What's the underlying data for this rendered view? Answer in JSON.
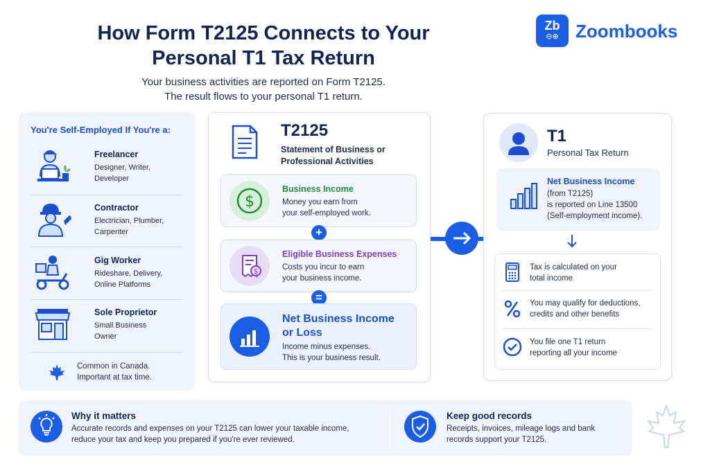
{
  "header": {
    "title_line1": "How Form T2125 Connects to Your",
    "title_line2": "Personal T1 Tax Return",
    "subtitle_line1": "Your business activities are reported on Form T2125.",
    "subtitle_line2": "The result flows to your personal T1 return."
  },
  "logo": {
    "mark_text": "Zb",
    "mark_ops": "⊖⊕",
    "name": "Zoombooks",
    "color": "#1b5ee6"
  },
  "self_employed": {
    "heading": "You're Self-Employed If You're a:",
    "roles": [
      {
        "title": "Freelancer",
        "line1": "Designer, Writer,",
        "line2": "Developer",
        "icon": "freelancer-laptop-icon"
      },
      {
        "title": "Contractor",
        "line1": "Electrician, Plumber,",
        "line2": "Carpenter",
        "icon": "contractor-hardhat-icon"
      },
      {
        "title": "Gig Worker",
        "line1": "Rideshare, Delivery,",
        "line2": "Online Platforms",
        "icon": "gig-scooter-icon"
      },
      {
        "title": "Sole Proprietor",
        "line1": "Small Business",
        "line2": "Owner",
        "icon": "storefront-icon"
      }
    ],
    "footer_line1": "Common in Canada.",
    "footer_line2": "Important at tax time."
  },
  "t2125": {
    "title": "T2125",
    "subtitle_line1": "Statement of Business or",
    "subtitle_line2": "Professional Activities",
    "income": {
      "heading": "Business Income",
      "line1": "Money you earn from",
      "line2": "your self-employed work.",
      "color": "#1f8a3b"
    },
    "plus": "+",
    "expenses": {
      "heading": "Eligible Business Expenses",
      "line1": "Costs you incur to earn",
      "line2": "your business income.",
      "color": "#7b3fc4"
    },
    "equals": "=",
    "net": {
      "heading_line1": "Net Business Income",
      "heading_line2": "or Loss",
      "line1": "Income minus expenses.",
      "line2": "This is your business result.",
      "color": "#1b4fd0"
    }
  },
  "t1": {
    "title": "T1",
    "subtitle": "Personal Tax Return",
    "net_box": {
      "heading": "Net Business Income",
      "line1": "(from T2125)",
      "line2": "is reported on Line 13500",
      "line3": "(Self-employment income)."
    },
    "items": [
      {
        "line1": "Tax is calculated on your",
        "line2": "total income",
        "icon": "calculator-icon"
      },
      {
        "line1": "You may qualify for deductions,",
        "line2": "credits and other benefits",
        "icon": "percent-icon"
      },
      {
        "line1": "You file one T1 return",
        "line2": "reporting all your income",
        "icon": "checkmark-circle-icon"
      }
    ]
  },
  "bottom": {
    "why": {
      "heading": "Why it matters",
      "line1": "Accurate records and expenses on your T2125 can lower your taxable income,",
      "line2": "reduce your tax and keep you prepared if you're ever reviewed."
    },
    "records": {
      "heading": "Keep good records",
      "line1": "Receipts, invoices, mileage logs and bank",
      "line2": "records support your T2125."
    }
  }
}
